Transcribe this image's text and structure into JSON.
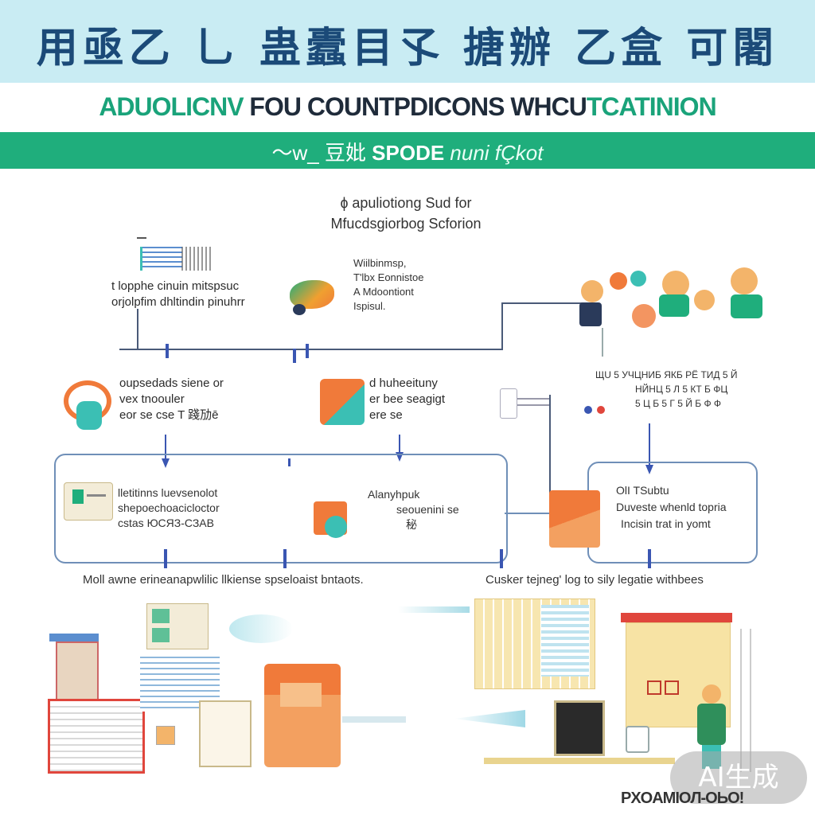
{
  "header": {
    "title_cn": "用亟乙 乚 蛊蠹目孓 搪辦 乙盒 可闍",
    "subtitle_part1": "ADUOLICNV",
    "subtitle_part2": " FOU COUNTPDICONS WHCU",
    "subtitle_part3": "TCATINION",
    "band_part1": "～w_ 豆妣 ",
    "band_part2": "SPODE",
    "band_part3": " nuni fÇkot"
  },
  "diagram": {
    "heading_line1": "ɸ apuliotiong Sud for",
    "heading_line2": "Mfucdsgiorbog Scforion",
    "nodes": {
      "left_top_line1": "t lopphe cinuin mitspsuc",
      "left_top_line2": "orjolpfim dhltindin pinuhrr",
      "center_top_line1": "Wiilbinmsp,",
      "center_top_line2": "T'lbx Eonnistoe",
      "center_top_line3": "A Mdoontiont",
      "center_top_line4": "Ispisul.",
      "right_top_line1": "ЩU 5 УЧЦНИБ ЯКБ РЁ ТИД 5 Й",
      "right_top_line2": "НЙНЦ 5 Л 5 КТ Б ФЦ",
      "right_top_line3": "5 Ц Б 5 Г 5 Й Б Ф Ф",
      "mid_left_line1": "oupsedads siene or",
      "mid_left_line2": "vex tnoouler",
      "mid_left_line3": "eor se cse T 踐劢ē",
      "mid_center_line1": "d huheeituny",
      "mid_center_line2": "er bee seagigt",
      "mid_center_line3": "ere se",
      "box_left_line1": "lletitinns luevsenolot",
      "box_left_line2": "shepoechoacicloctor",
      "box_left_line3": "cstas ЮСЯЗ-СЗАВ",
      "box_center_line1": "Alanyhpuk",
      "box_center_line2": "seouenini se",
      "box_center_line3": "秘",
      "box_right_line1": "OlI TSubtu",
      "box_right_line2": "Duveste whenld topria",
      "box_right_line3": "Incisin trat in yomt",
      "bottom_left_caption": "Moll awne erineanapwlilic llkiense  spseloaist bntaots.",
      "bottom_right_caption": "Cusker tejneg' log to sily legatie withbees"
    }
  },
  "footer_text": "PXOAMIOЛ-OЬO!",
  "watermark": "AI生成",
  "colors": {
    "top_band": "#c9ecf3",
    "title": "#1b4a78",
    "accent_green": "#1fae7c",
    "line_blue": "#3a56b2",
    "box_outline": "#6f8fb8",
    "orange": "#f07a3a",
    "teal": "#3bbfb4"
  }
}
